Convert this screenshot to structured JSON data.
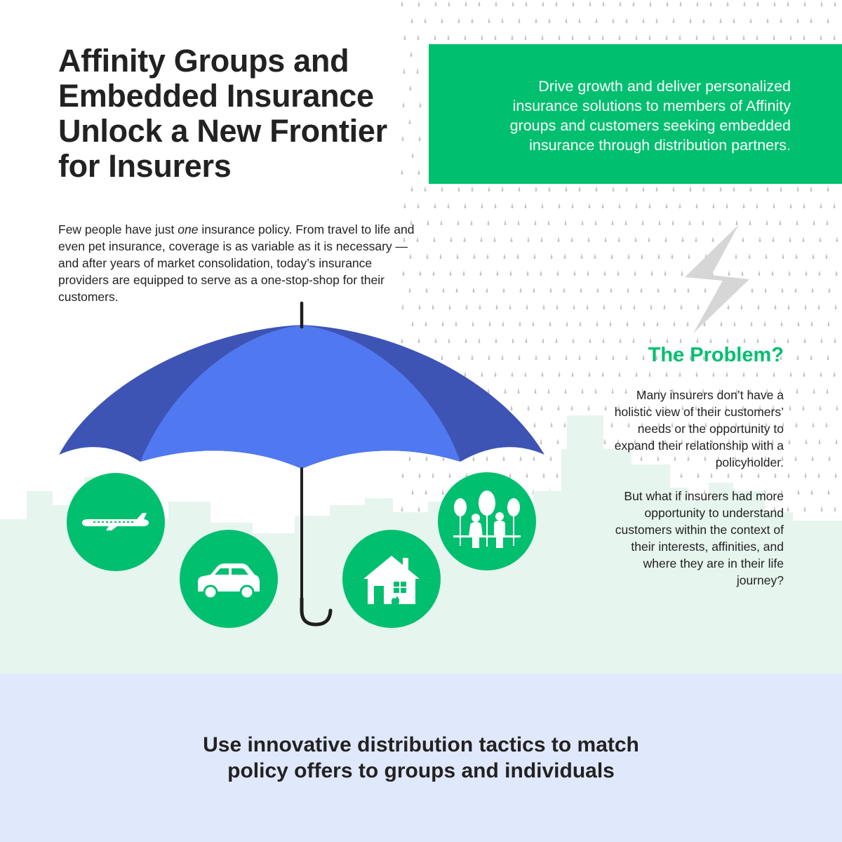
{
  "header": {
    "title_lines": [
      "Affinity Groups and",
      "Embedded Insurance",
      "Unlock a New Frontier",
      "for Insurers"
    ]
  },
  "banner": {
    "lines": [
      "Drive growth and deliver personalized",
      "insurance solutions to members of Affinity",
      "groups and customers seeking embedded",
      "insurance through distribution partners."
    ]
  },
  "intro": {
    "before_emphasis": "Few people have just ",
    "emphasis": "one",
    "after_emphasis": " insurance policy. From travel to life and even pet insurance, coverage is as variable as it is necessary — and after years of market consolidation, today’s insurance providers are equipped to serve as a one-stop-shop for their customers."
  },
  "problem": {
    "title": "The Problem?",
    "paragraphs": [
      "Many insurers don’t have a holistic view of their customers’ needs or the opportunity to expand their relationship with a policyholder.",
      "But what if insurers had more opportunity to understand customers within the context of their interests, affinities, and where they are in their life journey?"
    ]
  },
  "icons": [
    {
      "name": "airplane-icon"
    },
    {
      "name": "car-icon"
    },
    {
      "name": "house-icon"
    },
    {
      "name": "family-icon"
    },
    {
      "name": "umbrella-icon"
    },
    {
      "name": "lightning-icon"
    }
  ],
  "colors": {
    "accent_green": "#00bf6f",
    "umbrella_dark": "#3d54b5",
    "umbrella_light": "#5078f0",
    "skyline": "#e6f5ee",
    "footer_bg": "#e0e8fb",
    "raindrop": "#c4c4c4"
  },
  "footer": {
    "cta_lines": [
      "Use innovative distribution tactics to match",
      "policy offers to groups and individuals"
    ]
  }
}
